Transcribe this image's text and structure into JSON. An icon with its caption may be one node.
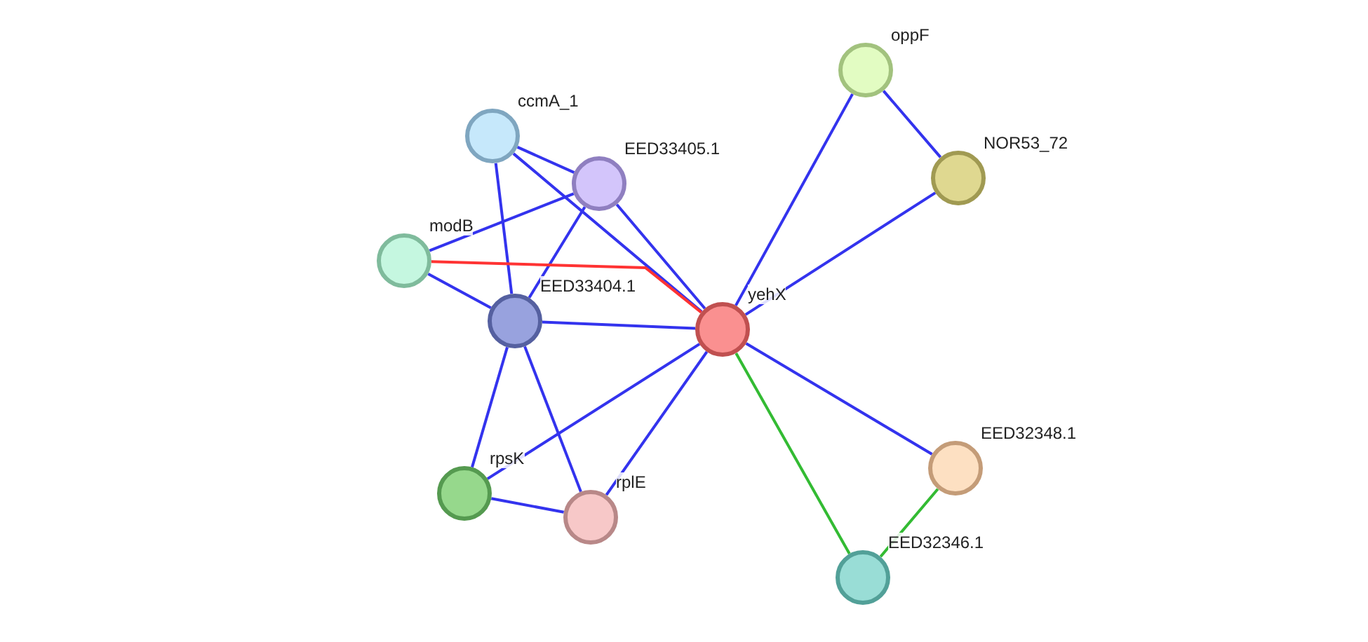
{
  "diagram": {
    "nodes": [
      {
        "text": [
          "oppF"
        ]
      },
      {
        "text": [
          "NOR53_72"
        ]
      },
      {
        "text": [
          "ccmA_1"
        ]
      },
      {
        "text": [
          "EED33405.1"
        ]
      },
      {
        "text": [
          "modB"
        ]
      },
      {
        "text": [
          "EED33404.1"
        ]
      },
      {
        "text": [
          "yehX"
        ]
      },
      {
        "text": [
          "rpsK"
        ]
      },
      {
        "text": [
          "rplE"
        ]
      },
      {
        "text": [
          "EED32348.1"
        ]
      },
      {
        "text": [
          "EED32346.1"
        ]
      }
    ],
    "edges": [
      {
        "from": 0,
        "to": 6,
        "arrow": "none"
      },
      {
        "from": 0,
        "to": 1,
        "arrow": "none"
      },
      {
        "from": 1,
        "to": 6,
        "arrow": "none"
      },
      {
        "from": 2,
        "to": 3,
        "arrow": "none"
      },
      {
        "from": 2,
        "to": 5,
        "arrow": "none"
      },
      {
        "from": 2,
        "to": 6,
        "arrow": "none"
      },
      {
        "from": 3,
        "to": 4,
        "arrow": "none"
      },
      {
        "from": 3,
        "to": 5,
        "arrow": "none"
      },
      {
        "from": 3,
        "to": 6,
        "arrow": "none"
      },
      {
        "from": 4,
        "to": 5,
        "arrow": "none"
      },
      {
        "from": 4,
        "to": 6,
        "arrow": "none",
        "color": "#ff3333"
      },
      {
        "from": 5,
        "to": 6,
        "arrow": "none"
      },
      {
        "from": 5,
        "to": 7,
        "arrow": "none"
      },
      {
        "from": 5,
        "to": 8,
        "arrow": "none"
      },
      {
        "from": 6,
        "to": 7,
        "arrow": "none"
      },
      {
        "from": 6,
        "to": 8,
        "arrow": "none"
      },
      {
        "from": 6,
        "to": 9,
        "arrow": "none"
      },
      {
        "from": 6,
        "to": 10,
        "arrow": "none",
        "color": "#33bb33"
      },
      {
        "from": 9,
        "to": 10,
        "arrow": "none",
        "color": "#33bb33"
      },
      {
        "from": 7,
        "to": 8,
        "arrow": "none"
      }
    ]
  }
}
